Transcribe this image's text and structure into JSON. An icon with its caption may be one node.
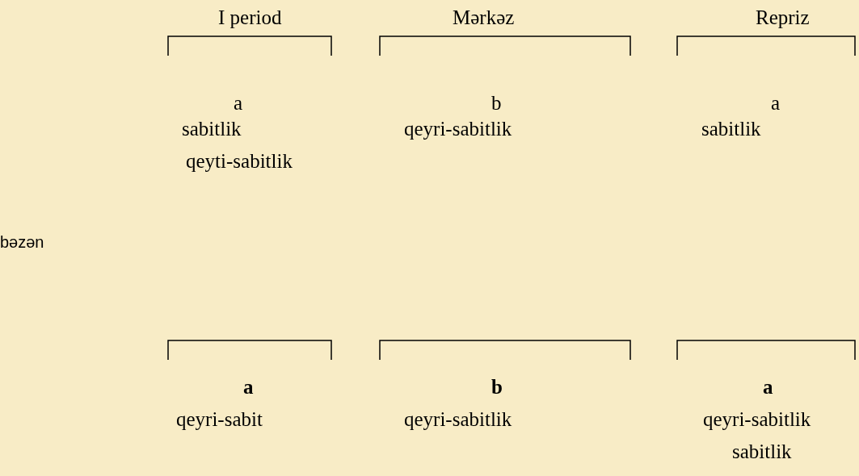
{
  "diagram": {
    "labels": [
      "I period",
      "Mərkəz",
      "Repriz",
      "a",
      "b",
      "a",
      "sabitlik",
      "qeyri-sabitlik",
      "sabitlik",
      "qeyti-sabitlik",
      "bəzən",
      "a",
      "b",
      "a",
      "qeyri-sabit",
      "qeyri-sabitlik",
      "qeyri-sabitlik",
      "sabitlik"
    ]
  }
}
